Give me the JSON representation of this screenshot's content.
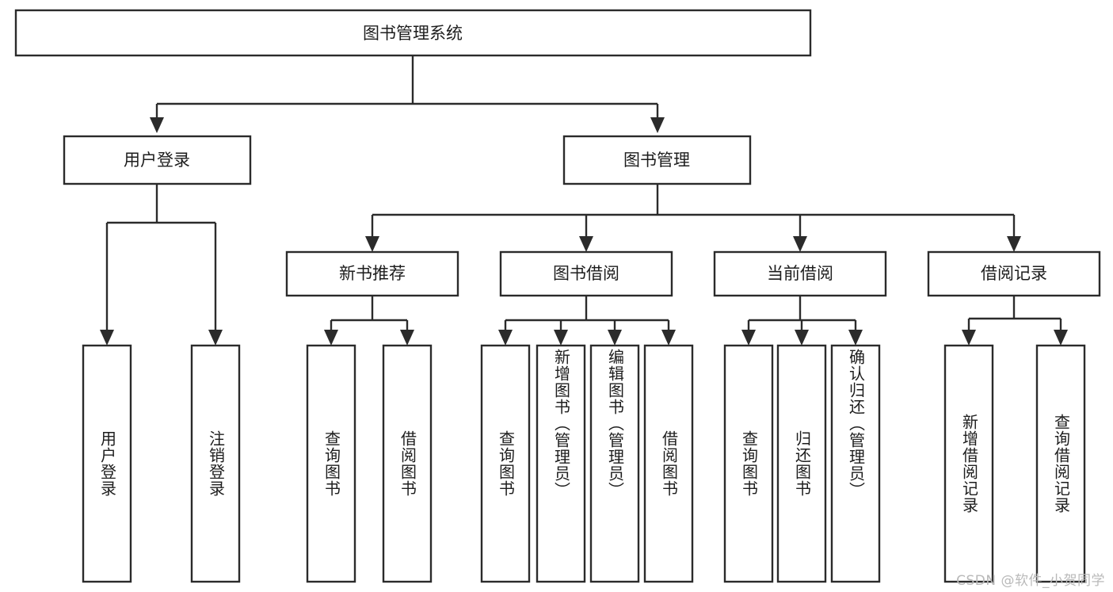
{
  "diagram": {
    "type": "tree-hierarchy",
    "title": "图书管理系统",
    "orientation": "top-down",
    "colors": {
      "box_stroke": "#2b2b2b",
      "box_fill": "#ffffff",
      "connector": "#2b2b2b",
      "text": "#1d1d1d",
      "watermark": "#b9b9b9",
      "background": "#ffffff"
    },
    "root": {
      "label": "图书管理系统"
    },
    "level2": [
      {
        "label": "用户登录"
      },
      {
        "label": "图书管理"
      }
    ],
    "level3": [
      {
        "label": "新书推荐"
      },
      {
        "label": "图书借阅"
      },
      {
        "label": "当前借阅"
      },
      {
        "label": "借阅记录"
      }
    ],
    "leaves": {
      "user_login": [
        {
          "label": "用户登录"
        },
        {
          "label": "注销登录"
        }
      ],
      "new_book_recommend": [
        {
          "label": "查询图书"
        },
        {
          "label": "借阅图书"
        }
      ],
      "book_borrow": [
        {
          "label": "查询图书"
        },
        {
          "label": "新增图书（管理员）"
        },
        {
          "label": "编辑图书（管理员）"
        },
        {
          "label": "借阅图书"
        }
      ],
      "current_borrow": [
        {
          "label": "查询图书"
        },
        {
          "label": "归还图书"
        },
        {
          "label": "确认归还（管理员）"
        }
      ],
      "borrow_record": [
        {
          "label": "新增借阅记录"
        },
        {
          "label": "查询借阅记录"
        }
      ]
    }
  },
  "watermark": {
    "text": "CSDN @软件_小贺同学"
  }
}
